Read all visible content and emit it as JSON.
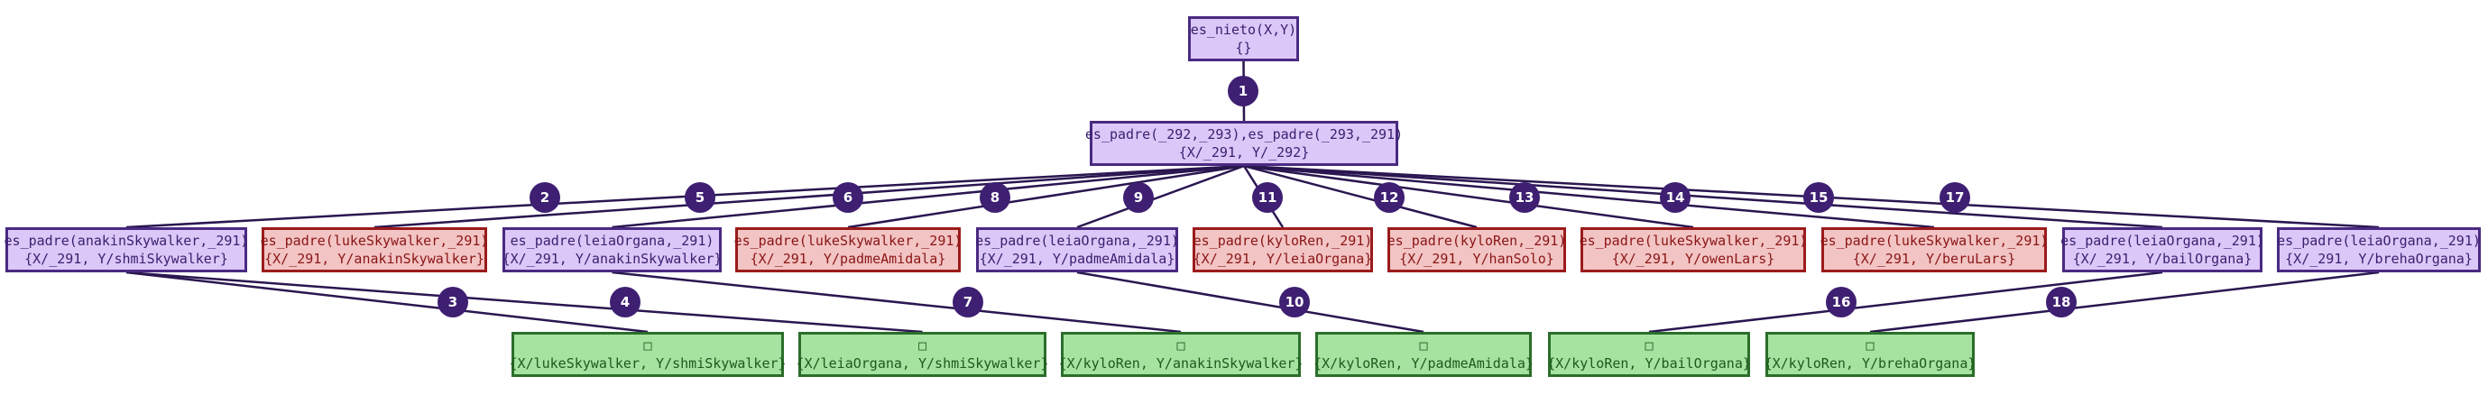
{
  "colors": {
    "edge": "#2a1650",
    "badge": "#3e1f72",
    "goal_fill": "#dcc8f8",
    "fail_fill": "#f3c4c4",
    "success_fill": "#a6e3a0"
  },
  "root": {
    "goal": "es_nieto(X,Y)",
    "subst": "{}"
  },
  "level1": {
    "goal": "es_padre(_292,_293),es_padre(_293,_291)",
    "subst": "{X/_291, Y/_292}"
  },
  "level2": [
    {
      "goal": "es_padre(anakinSkywalker,_291)",
      "subst": "{X/_291, Y/shmiSkywalker}",
      "status": "expanded"
    },
    {
      "goal": "es_padre(lukeSkywalker,_291)",
      "subst": "{X/_291, Y/anakinSkywalker}",
      "status": "failed"
    },
    {
      "goal": "es_padre(leiaOrgana,_291)",
      "subst": "{X/_291, Y/anakinSkywalker}",
      "status": "expanded"
    },
    {
      "goal": "es_padre(lukeSkywalker,_291)",
      "subst": "{X/_291, Y/padmeAmidala}",
      "status": "failed"
    },
    {
      "goal": "es_padre(leiaOrgana,_291)",
      "subst": "{X/_291, Y/padmeAmidala}",
      "status": "expanded"
    },
    {
      "goal": "es_padre(kyloRen,_291)",
      "subst": "{X/_291, Y/leiaOrgana}",
      "status": "failed"
    },
    {
      "goal": "es_padre(kyloRen,_291)",
      "subst": "{X/_291, Y/hanSolo}",
      "status": "failed"
    },
    {
      "goal": "es_padre(lukeSkywalker,_291)",
      "subst": "{X/_291, Y/owenLars}",
      "status": "failed"
    },
    {
      "goal": "es_padre(lukeSkywalker,_291)",
      "subst": "{X/_291, Y/beruLars}",
      "status": "failed"
    },
    {
      "goal": "es_padre(leiaOrgana,_291)",
      "subst": "{X/_291, Y/bailOrgana}",
      "status": "expanded"
    },
    {
      "goal": "es_padre(leiaOrgana,_291)",
      "subst": "{X/_291, Y/brehaOrgana}",
      "status": "expanded"
    }
  ],
  "level3": [
    {
      "goal": "□",
      "subst": "{X/lukeSkywalker, Y/shmiSkywalker}"
    },
    {
      "goal": "□",
      "subst": "{X/leiaOrgana, Y/shmiSkywalker}"
    },
    {
      "goal": "□",
      "subst": "{X/kyloRen, Y/anakinSkywalker}"
    },
    {
      "goal": "□",
      "subst": "{X/kyloRen, Y/padmeAmidala}"
    },
    {
      "goal": "□",
      "subst": "{X/kyloRen, Y/bailOrgana}"
    },
    {
      "goal": "□",
      "subst": "{X/kyloRen, Y/brehaOrgana}"
    }
  ],
  "edges": [
    {
      "step": 1,
      "from": "root",
      "to": "level1"
    },
    {
      "step": 2,
      "from": "level1",
      "to": "level2.0"
    },
    {
      "step": 3,
      "from": "level2.0",
      "to": "level3.0"
    },
    {
      "step": 4,
      "from": "level2.0",
      "to": "level3.1"
    },
    {
      "step": 5,
      "from": "level1",
      "to": "level2.1"
    },
    {
      "step": 6,
      "from": "level1",
      "to": "level2.2"
    },
    {
      "step": 7,
      "from": "level2.2",
      "to": "level3.2"
    },
    {
      "step": 8,
      "from": "level1",
      "to": "level2.3"
    },
    {
      "step": 9,
      "from": "level1",
      "to": "level2.4"
    },
    {
      "step": 10,
      "from": "level2.4",
      "to": "level3.3"
    },
    {
      "step": 11,
      "from": "level1",
      "to": "level2.5"
    },
    {
      "step": 12,
      "from": "level1",
      "to": "level2.6"
    },
    {
      "step": 13,
      "from": "level1",
      "to": "level2.7"
    },
    {
      "step": 14,
      "from": "level1",
      "to": "level2.8"
    },
    {
      "step": 15,
      "from": "level1",
      "to": "level2.9"
    },
    {
      "step": 16,
      "from": "level2.9",
      "to": "level3.4"
    },
    {
      "step": 17,
      "from": "level1",
      "to": "level2.10"
    },
    {
      "step": 18,
      "from": "level2.10",
      "to": "level3.5"
    }
  ]
}
